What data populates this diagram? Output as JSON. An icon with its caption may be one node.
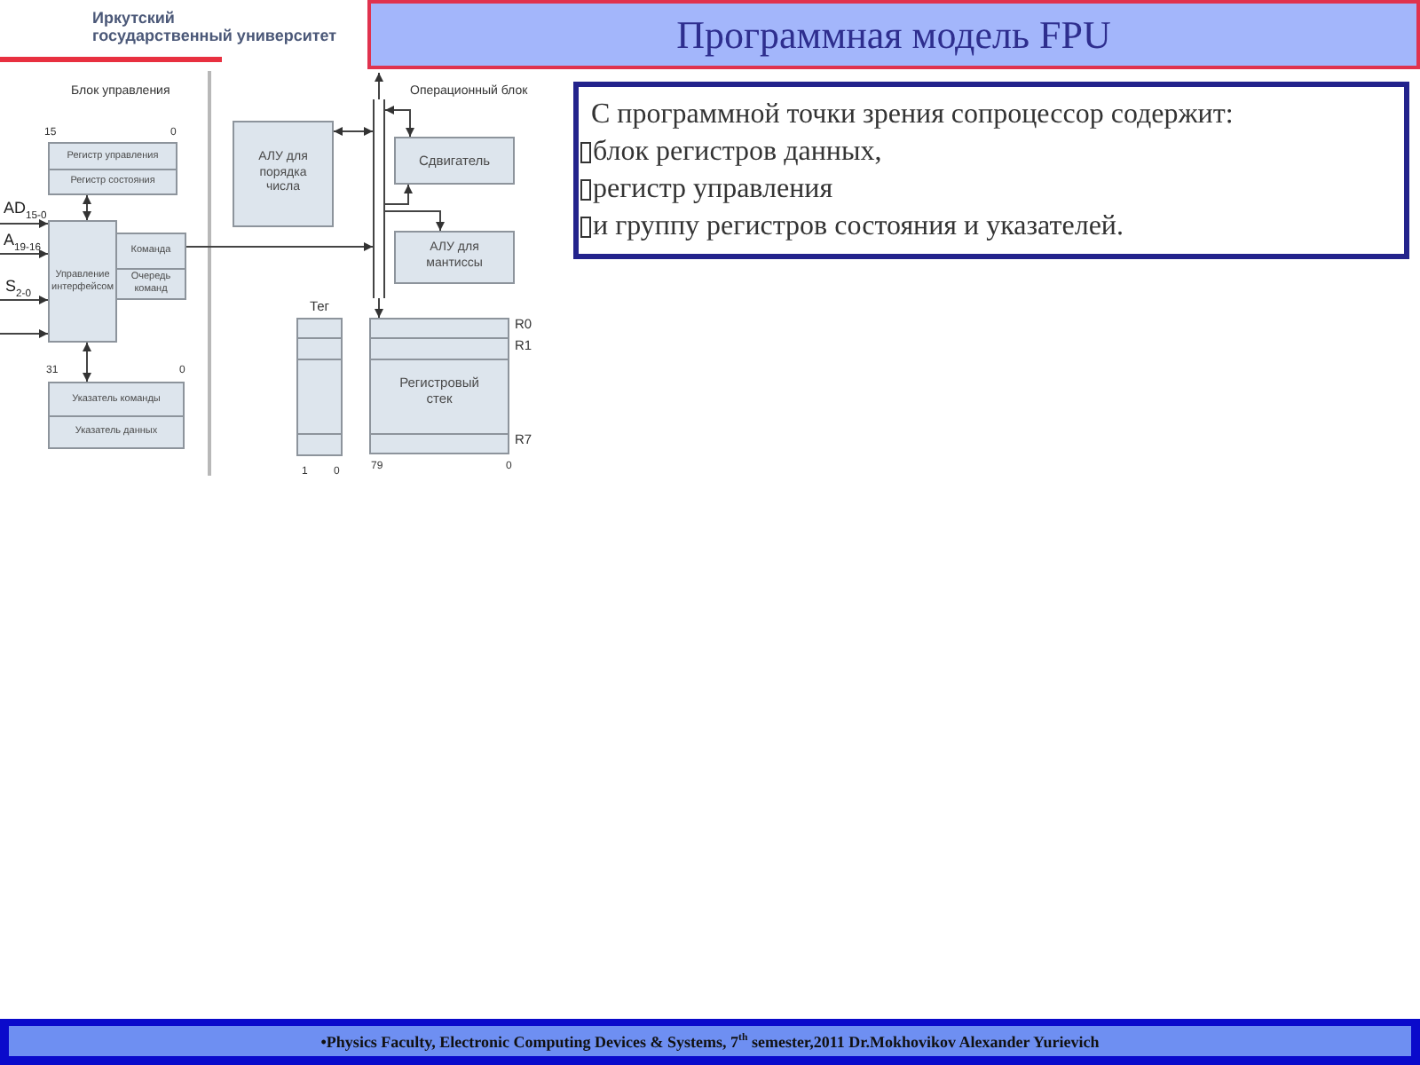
{
  "diagram": {
    "title": "Программная модель FPU",
    "caption": "•Physics Faculty, Electronic Computing Devices & Systems, 7$^{th}$ semester,2011 Dr.Mokhovikov Alexander Yurievich",
    "nodes": [
      {
        "text": [],
        "shape": "box",
        "beside": [
          "15",
          "0"
        ]
      },
      {
        "text": [
          "Регистр управления"
        ],
        "in": 0
      },
      {
        "text": [
          "Регистр состояния"
        ],
        "in": 0
      },
      {
        "text": [
          "Управление интерфейсом"
        ]
      },
      {
        "text": [],
        "shape": "box"
      },
      {
        "text": [
          "Команда"
        ],
        "in": 4
      },
      {
        "text": [
          "Очередь команд"
        ],
        "in": 4
      },
      {
        "text": [],
        "shape": "box",
        "beside": [
          "31",
          "0"
        ]
      },
      {
        "text": [
          "Указатель команды"
        ],
        "in": 7
      },
      {
        "text": [
          "Указатель данных"
        ],
        "in": 7
      },
      {
        "text": [
          "АЛУ для порядка числа"
        ]
      },
      {
        "text": [
          "Сдвигатель"
        ]
      },
      {
        "text": [
          "АЛУ для мантиссы"
        ]
      },
      {
        "text": [
          "Тег"
        ],
        "beside": [
          "1",
          "0"
        ]
      },
      {
        "text": [
          "Регистровый стек"
        ],
        "beside": [
          "R0",
          "R1",
          "R7",
          "79",
          "0"
        ]
      },
      {
        "text": [],
        "shape": "bar"
      },
      {
        "text": [
          "С программной точки зрения сопроцессор содержит:",
          "блок регистров данных,",
          "регистр управления",
          "и группу регистров состояния и указателей."
        ]
      }
    ],
    "edges": [
      {
        "from": null,
        "to": 3,
        "arrow": "to",
        "label": "AD$_{15-0}$"
      },
      {
        "from": null,
        "to": 3,
        "arrow": "to",
        "label": "A$_{19-16}$"
      },
      {
        "from": null,
        "to": 3,
        "arrow": "to",
        "label": "S$_{2-0}$"
      },
      {
        "from": null,
        "to": 3,
        "arrow": "to"
      },
      {
        "from": 0,
        "to": 3,
        "arrow": "both"
      },
      {
        "from": 3,
        "to": 7,
        "arrow": "both"
      },
      {
        "from": 5,
        "to": 15,
        "arrow": "to"
      },
      {
        "from": 10,
        "to": 15,
        "arrow": "both"
      },
      {
        "from": 15,
        "to": 11,
        "arrow": "both"
      },
      {
        "from": 15,
        "to": 11,
        "arrow": "to"
      },
      {
        "from": 15,
        "to": 12,
        "arrow": "to"
      },
      {
        "from": 15,
        "to": null,
        "arrow": "to"
      },
      {
        "from": 15,
        "to": 14,
        "arrow": "to"
      }
    ],
    "labels": [
      "Иркутский государственный университет",
      "Блок управления",
      "Операционный блок"
    ]
  }
}
